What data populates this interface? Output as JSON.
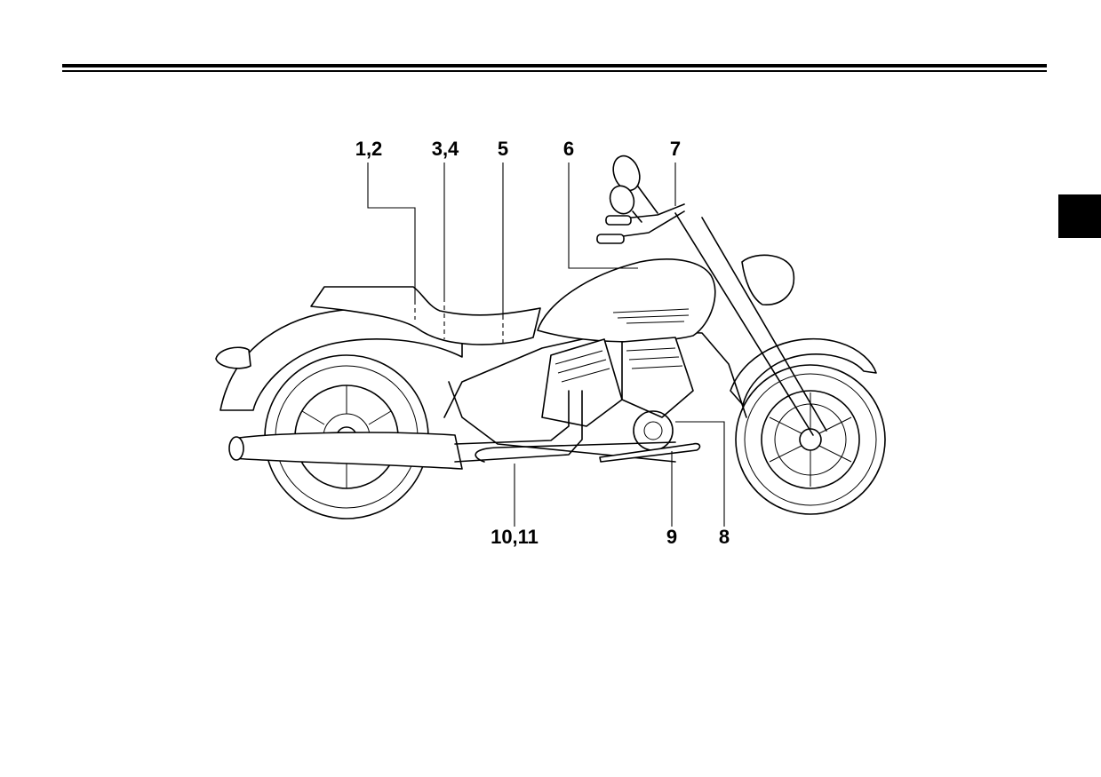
{
  "callouts": [
    {
      "id": "c1",
      "label": "1,2"
    },
    {
      "id": "c2",
      "label": "3,4"
    },
    {
      "id": "c3",
      "label": "5"
    },
    {
      "id": "c4",
      "label": "6"
    },
    {
      "id": "c5",
      "label": "7"
    },
    {
      "id": "c6",
      "label": "10,11"
    },
    {
      "id": "c7",
      "label": "9"
    },
    {
      "id": "c8",
      "label": "8"
    }
  ]
}
